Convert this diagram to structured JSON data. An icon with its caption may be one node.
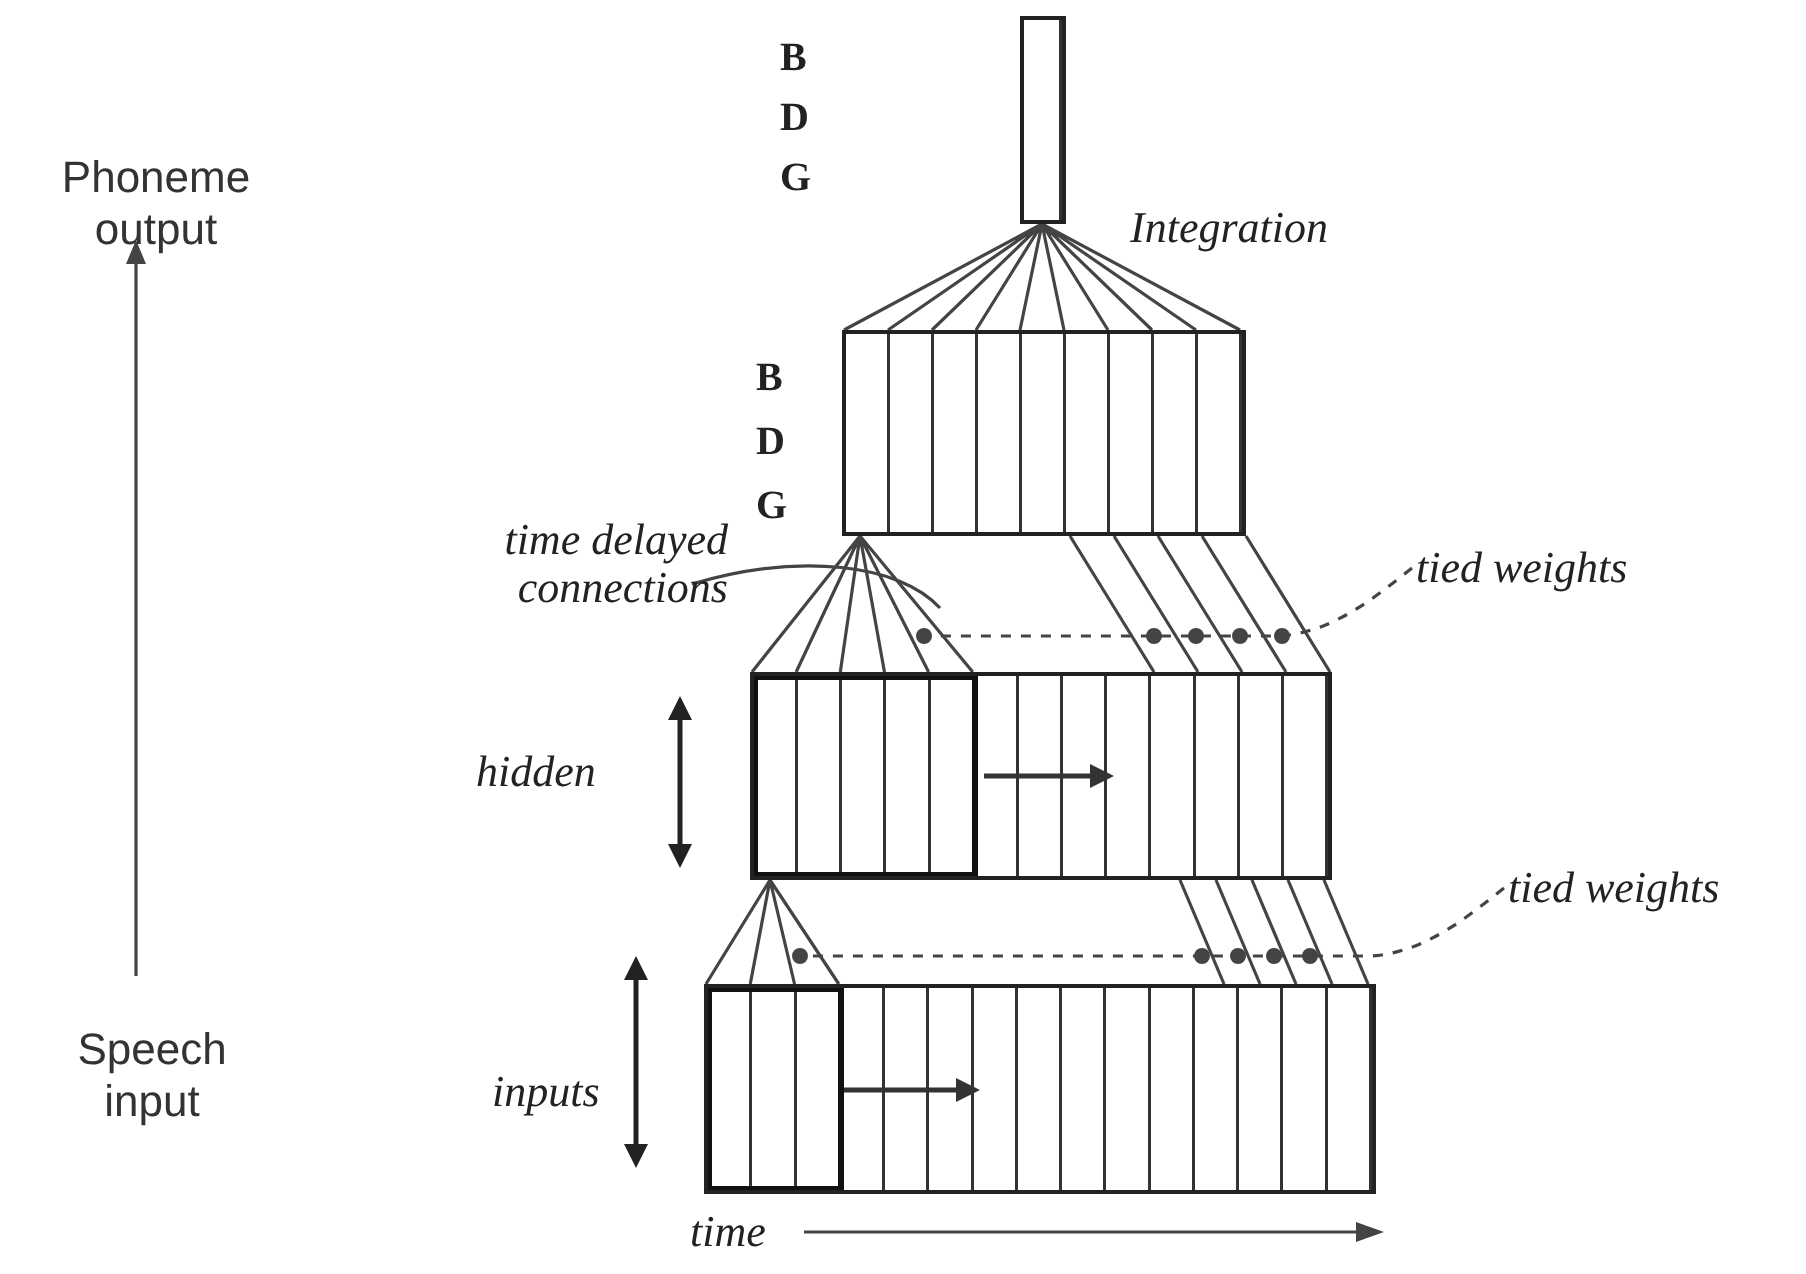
{
  "diagram": {
    "nodes": [
      {
        "text": [
          "Phoneme output"
        ]
      },
      {
        "text": [
          "Speech input"
        ]
      },
      {
        "text": [],
        "shape": "box",
        "beside": [
          "B",
          "D",
          "G"
        ]
      },
      {
        "text": [],
        "shape": "box",
        "beside": [
          "B",
          "D",
          "G"
        ]
      },
      {
        "text": [],
        "shape": "box",
        "beside": [
          "hidden"
        ]
      },
      {
        "text": [],
        "shape": "box",
        "beside": [
          "inputs"
        ]
      },
      {
        "text": [
          "time delayed connections"
        ]
      },
      {
        "text": [
          "tied weights"
        ]
      },
      {
        "text": [
          "tied weights"
        ]
      },
      {
        "text": [],
        "shape": "circle"
      },
      {
        "text": [],
        "shape": "circle"
      }
    ],
    "edges": [
      {
        "from": 1,
        "to": 0,
        "arrow": "to"
      },
      {
        "from": 3,
        "to": 2,
        "arrow": "none"
      },
      {
        "from": 4,
        "to": 3,
        "arrow": "none"
      },
      {
        "from": 5,
        "to": 4,
        "arrow": "none"
      },
      {
        "from": 6,
        "to": null,
        "arrow": "none"
      },
      {
        "from": 7,
        "to": 9,
        "arrow": "none",
        "style": "dashed"
      },
      {
        "from": 8,
        "to": 10,
        "arrow": "none",
        "style": "dashed"
      },
      {
        "from": 4,
        "to": 3,
        "arrow": "none"
      },
      {
        "from": 4,
        "to": 3,
        "arrow": "none"
      },
      {
        "from": 4,
        "to": 3,
        "arrow": "none"
      },
      {
        "from": 4,
        "to": 3,
        "arrow": "none"
      },
      {
        "from": 4,
        "to": 3,
        "arrow": "none"
      },
      {
        "from": 5,
        "to": 4,
        "arrow": "none"
      },
      {
        "from": 5,
        "to": 4,
        "arrow": "none"
      },
      {
        "from": 5,
        "to": 4,
        "arrow": "none"
      },
      {
        "from": 5,
        "to": 4,
        "arrow": "none"
      },
      {
        "from": 5,
        "to": 4,
        "arrow": "none"
      }
    ],
    "labels": [
      "Integration",
      "time"
    ]
  }
}
